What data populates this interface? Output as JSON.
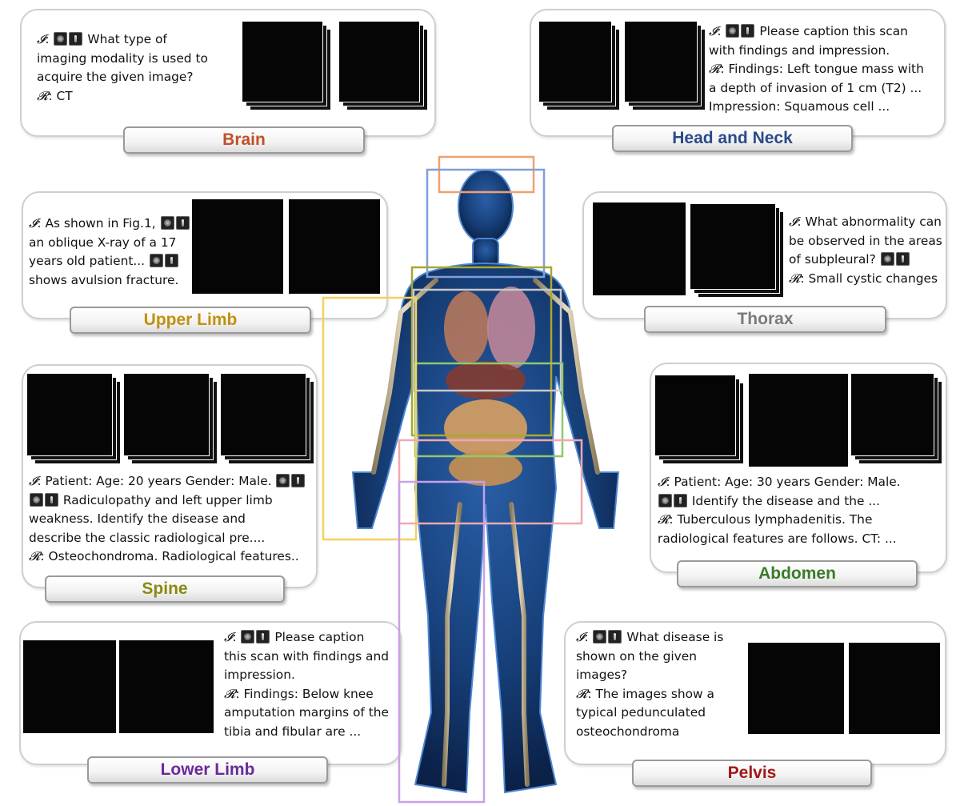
{
  "regions": {
    "brain": {
      "title": "Brain",
      "color": "#c0502a",
      "lines": [
        "𝓘:  [img] What type of",
        "imaging modality is used to",
        "acquire the given image?",
        "𝓡: CT"
      ]
    },
    "head_neck": {
      "title": "Head and Neck",
      "color": "#2c4a8a",
      "lines": [
        "𝓘: [img] Please caption this scan",
        "with findings and impression.",
        "𝓡: Findings: Left tongue mass with",
        "a depth of invasion of 1 cm (T2) ...",
        "Impression: Squamous cell ..."
      ]
    },
    "upper_limb": {
      "title": "Upper Limb",
      "color": "#c09010",
      "lines": [
        "𝓘: As shown in Fig.1, [img]",
        "an oblique X-ray of a 17",
        "years old patient... [img]",
        "shows avulsion fracture."
      ]
    },
    "thorax": {
      "title": "Thorax",
      "color": "#7a7a7a",
      "lines": [
        "𝓘: What abnormality can",
        "be observed in the areas",
        "of subpleural? [img]",
        "𝓡: Small cystic changes"
      ]
    },
    "spine": {
      "title": "Spine",
      "color": "#8a8a10",
      "lines": [
        "𝓘: Patient: Age: 20 years Gender: Male. [img]",
        "[img] Radiculopathy and left upper limb",
        "weakness. Identify the disease and",
        "describe  the classic radiological pre....",
        "𝓡: Osteochondroma. Radiological features.."
      ]
    },
    "abdomen": {
      "title": "Abdomen",
      "color": "#3c7a2a",
      "lines": [
        "𝓘: Patient: Age: 30 years Gender: Male.",
        "[img] Identify the disease and the ...",
        "𝓡: Tuberculous lymphadenitis. The",
        "radiological features are follows. CT: ..."
      ]
    },
    "lower_limb": {
      "title": "Lower Limb",
      "color": "#6a2a9a",
      "lines": [
        "𝓘: [img] Please caption",
        "this scan with findings and",
        "impression.",
        "𝓡:  Findings: Below knee",
        "amputation margins of the",
        "tibia and fibular are ..."
      ]
    },
    "pelvis": {
      "title": "Pelvis",
      "color": "#a01818",
      "lines": [
        "𝓘: [img] What disease is",
        "shown on the given",
        "images?",
        "𝓡: The images show a",
        "typical pedunculated",
        "osteochondroma"
      ]
    }
  },
  "overlay_colors": {
    "brain": "#f0a070",
    "head_neck": "#7f9fd8",
    "thorax": "#c8c8c8",
    "upper_limb": "#f5d060",
    "spine": "#a8a830",
    "abdomen": "#90c870",
    "pelvis": "#f0a8b0",
    "lower_limb": "#c8a0e8"
  }
}
